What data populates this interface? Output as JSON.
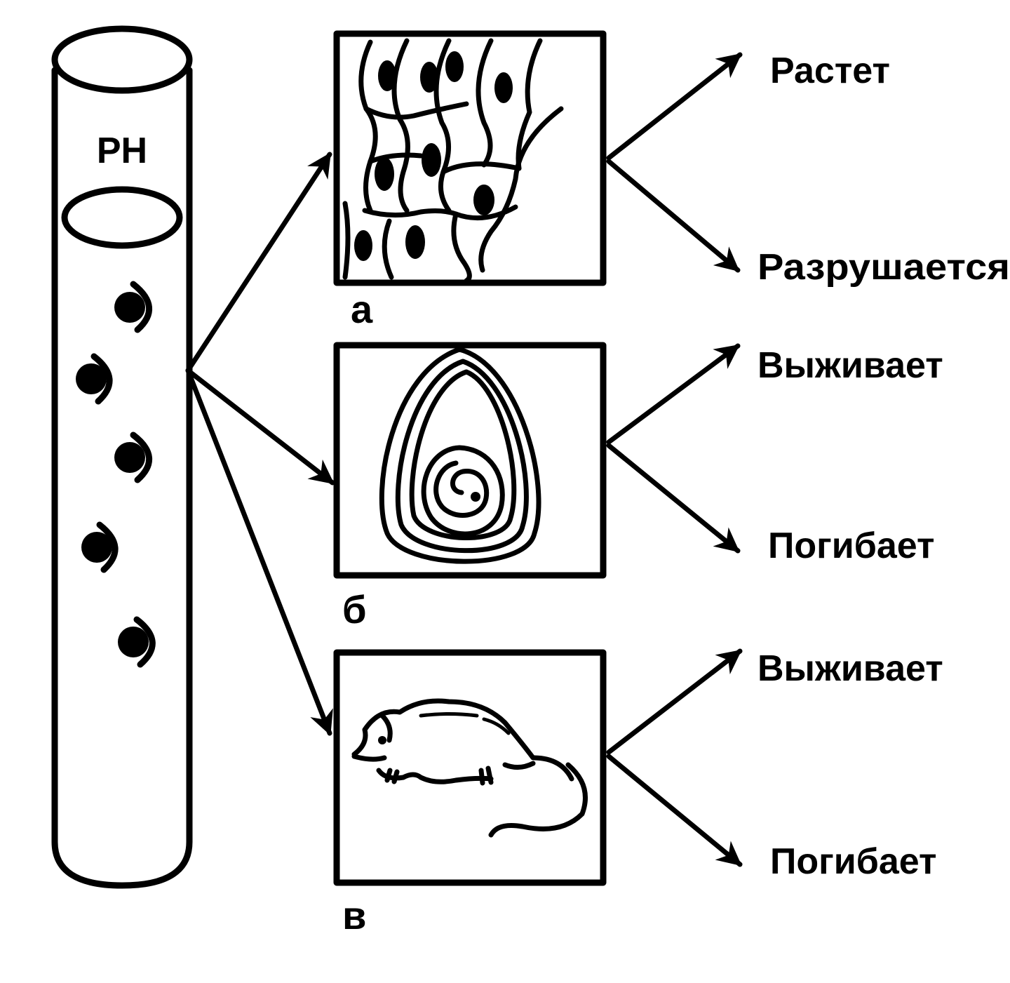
{
  "tube": {
    "label": "PH"
  },
  "panels": [
    {
      "letter": "а",
      "outcomes": [
        "Растет",
        "Разрушается"
      ]
    },
    {
      "letter": "б",
      "outcomes": [
        "Выживает",
        "Погибает"
      ]
    },
    {
      "letter": "в",
      "outcomes": [
        "Выживает",
        "Погибает"
      ]
    }
  ],
  "colors": {
    "ink": "#000000",
    "paper": "#ffffff"
  }
}
